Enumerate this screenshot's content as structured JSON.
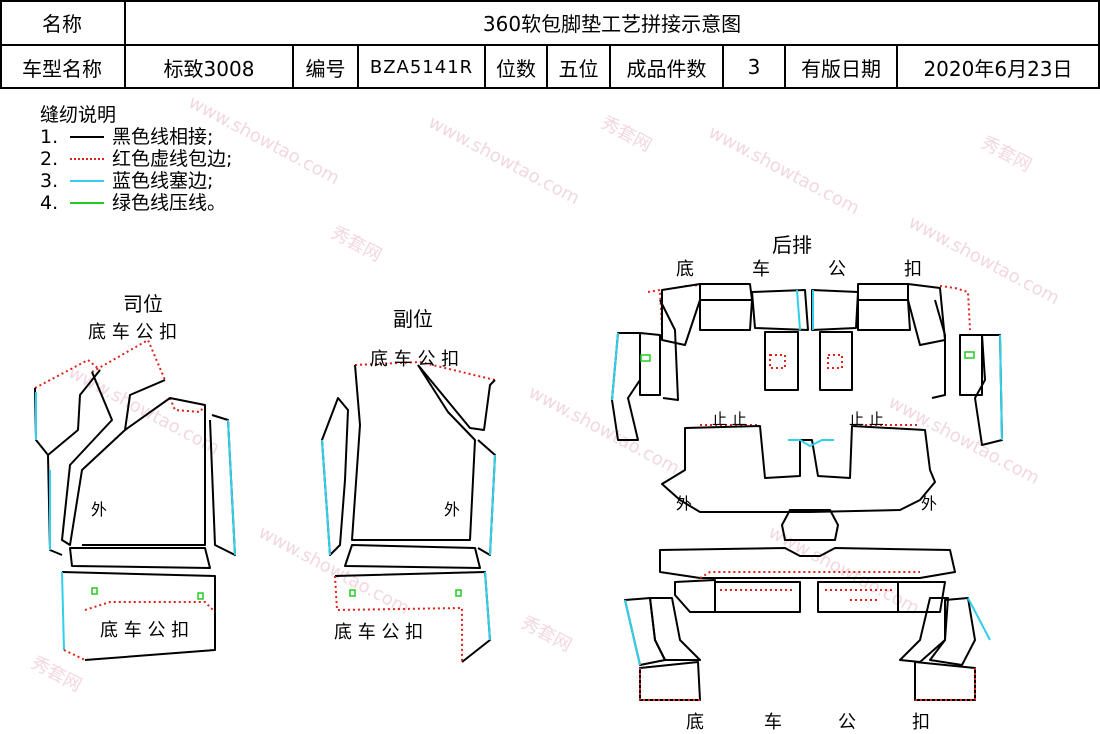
{
  "header": {
    "name_label": "名称",
    "title": "360软包脚垫工艺拼接示意图",
    "model_label": "车型名称",
    "model_value": "标致3008",
    "code_label": "编号",
    "code_value": "BZA5141R",
    "seats_label": "位数",
    "seats_value": "五位",
    "pieces_label": "成品件数",
    "pieces_value": "3",
    "date_label": "有版日期",
    "date_value": "2020年6月23日"
  },
  "legend": {
    "title": "缝纫说明",
    "items": [
      {
        "num": "1.",
        "text": "黑色线相接;",
        "color": "#000000",
        "style": "solid"
      },
      {
        "num": "2.",
        "text": "红色虚线包边;",
        "color": "#e0201c",
        "style": "dotted"
      },
      {
        "num": "3.",
        "text": "蓝色线塞边;",
        "color": "#2fd0e8",
        "style": "solid"
      },
      {
        "num": "4.",
        "text": "绿色线压线。",
        "color": "#22cc22",
        "style": "solid"
      }
    ]
  },
  "driver": {
    "title": "司位",
    "clip_top": "底 车 公 扣",
    "outer": "外",
    "clip_bottom": "底 车 公 扣"
  },
  "passenger": {
    "title": "副位",
    "clip_top": "底 车 公 扣",
    "outer": "外",
    "clip_bottom": "底 车 公 扣"
  },
  "rear": {
    "title": "后排",
    "clip_top": [
      "底",
      "车",
      "公",
      "扣"
    ],
    "stop_left": "止 止",
    "stop_right": "止 止",
    "outer_left": "外",
    "outer_right": "外",
    "clip_bottom": [
      "底",
      "车",
      "公",
      "扣"
    ]
  },
  "watermark": {
    "site": "www.showtao.com",
    "brand": "秀套网"
  }
}
